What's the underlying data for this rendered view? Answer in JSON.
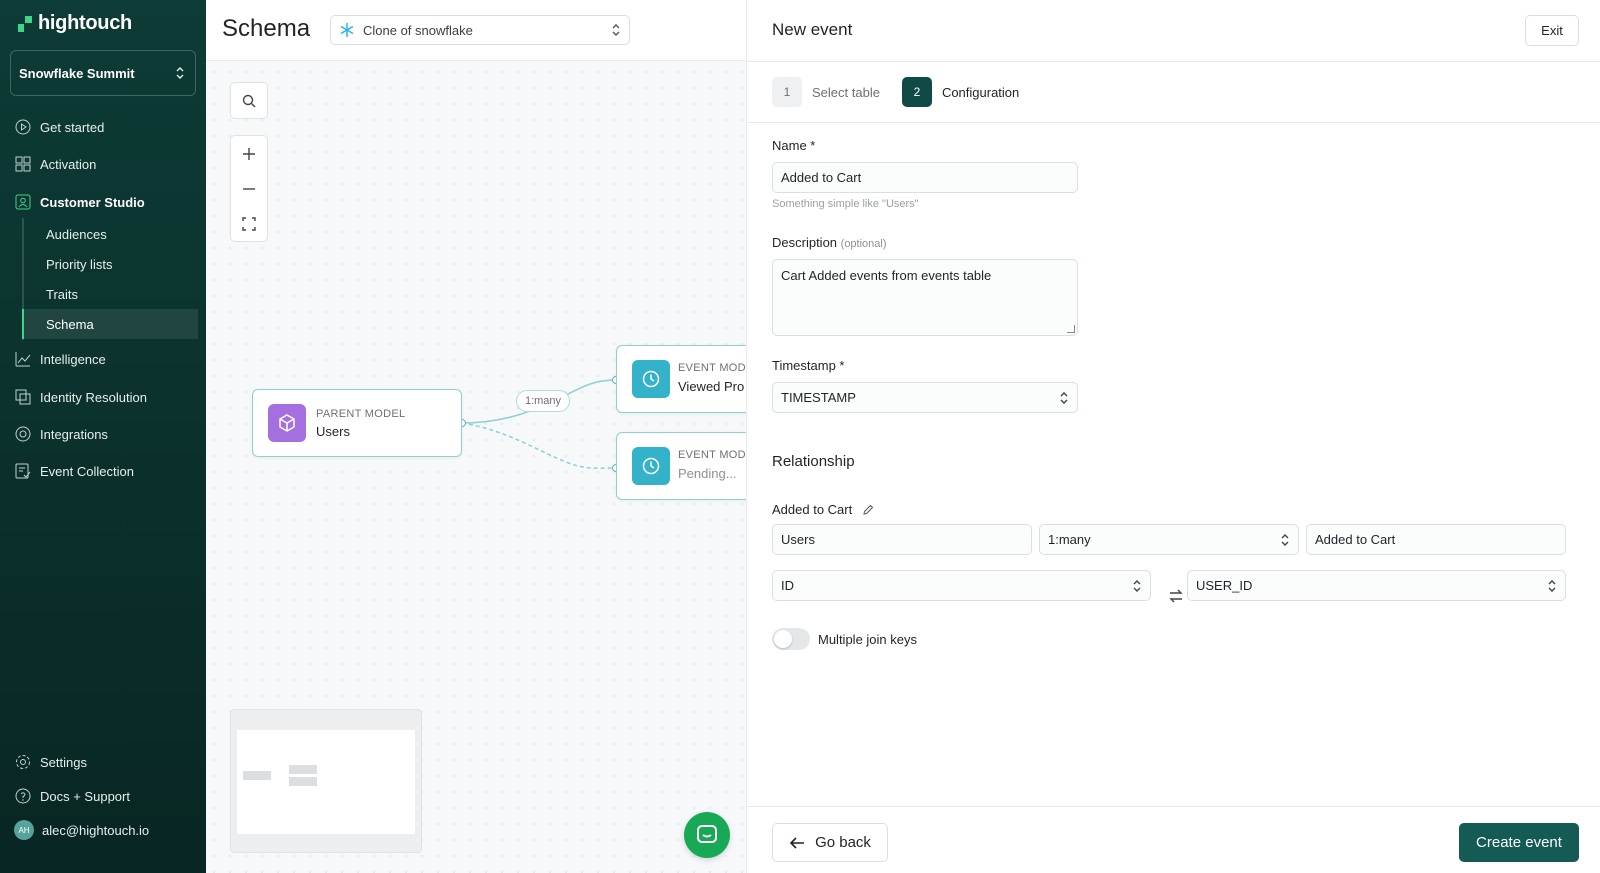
{
  "app": {
    "brand": "hightouch",
    "accent": "#3fd48a",
    "primary": "#145a55"
  },
  "sidebar": {
    "workspace": "Snowflake Summit",
    "items": [
      {
        "label": "Get started",
        "icon": "play-circle-icon"
      },
      {
        "label": "Activation",
        "icon": "grid-icon"
      },
      {
        "label": "Customer Studio",
        "icon": "customer-studio-icon"
      },
      {
        "label": "Intelligence",
        "icon": "chart-icon"
      },
      {
        "label": "Identity Resolution",
        "icon": "identity-icon"
      },
      {
        "label": "Integrations",
        "icon": "integrations-icon"
      },
      {
        "label": "Event Collection",
        "icon": "event-collection-icon"
      }
    ],
    "sub_items": [
      {
        "label": "Audiences"
      },
      {
        "label": "Priority lists"
      },
      {
        "label": "Traits"
      },
      {
        "label": "Schema"
      }
    ],
    "footer": {
      "settings": "Settings",
      "docs": "Docs + Support",
      "user_email": "alec@hightouch.io",
      "user_initials": "AH"
    }
  },
  "canvas": {
    "title": "Schema",
    "source": "Clone of snowflake",
    "parent_node": {
      "kicker": "PARENT MODEL",
      "title": "Users"
    },
    "event_nodes": [
      {
        "kicker": "EVENT MOD",
        "title": "Viewed Pro"
      },
      {
        "kicker": "EVENT MOD",
        "title": "Pending..."
      }
    ],
    "edge_label": "1:many"
  },
  "panel": {
    "title": "New event",
    "exit": "Exit",
    "steps": [
      {
        "num": "1",
        "label": "Select table"
      },
      {
        "num": "2",
        "label": "Configuration"
      }
    ],
    "name_label": "Name *",
    "name_value": "Added to Cart",
    "name_help": "Something simple like \"Users\"",
    "description_label": "Description",
    "description_optional": "(optional)",
    "description_value": "Cart Added events from events table",
    "timestamp_label": "Timestamp *",
    "timestamp_value": "TIMESTAMP",
    "relationship_title": "Relationship",
    "relationship_name": "Added to Cart",
    "rel_from": "Users",
    "rel_cardinality": "1:many",
    "rel_to": "Added to Cart",
    "join_left": "ID",
    "join_right": "USER_ID",
    "multiple_join_keys": "Multiple join keys",
    "go_back": "Go back",
    "create": "Create event"
  }
}
